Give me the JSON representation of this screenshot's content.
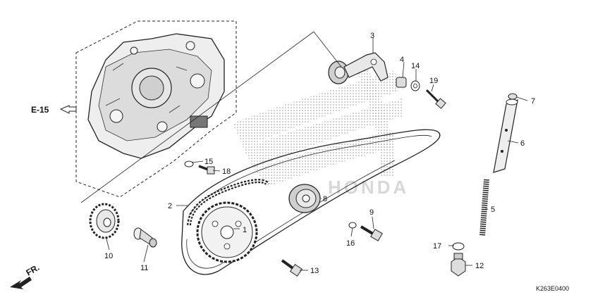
{
  "diagram": {
    "ref_label": "E-15",
    "front_label": "FR.",
    "code": "K263E0400",
    "logo_text": "HONDA"
  },
  "parts": [
    {
      "id": "1"
    },
    {
      "id": "2"
    },
    {
      "id": "3"
    },
    {
      "id": "4"
    },
    {
      "id": "5"
    },
    {
      "id": "6"
    },
    {
      "id": "7"
    },
    {
      "id": "8"
    },
    {
      "id": "9"
    },
    {
      "id": "10"
    },
    {
      "id": "11"
    },
    {
      "id": "12"
    },
    {
      "id": "13"
    },
    {
      "id": "14"
    },
    {
      "id": "15"
    },
    {
      "id": "16"
    },
    {
      "id": "17"
    },
    {
      "id": "18"
    },
    {
      "id": "19"
    }
  ]
}
